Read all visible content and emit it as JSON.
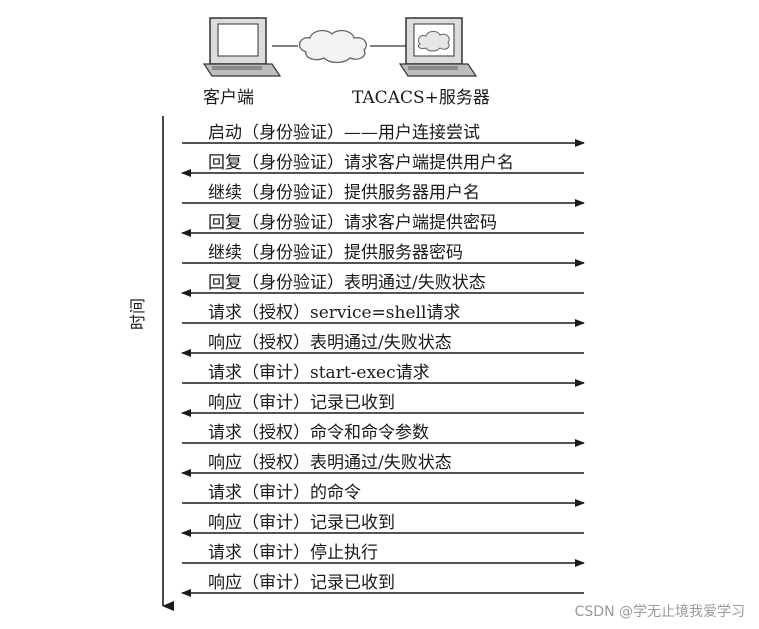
{
  "nodes": {
    "client": "客户端",
    "server": "TACACS+服务器"
  },
  "time_axis": "时间",
  "messages": [
    {
      "text": "启动（身份验证）——用户连接尝试",
      "direction": "right"
    },
    {
      "text": "回复（身份验证）请求客户端提供用户名",
      "direction": "left"
    },
    {
      "text": "继续（身份验证）提供服务器用户名",
      "direction": "right"
    },
    {
      "text": "回复（身份验证）请求客户端提供密码",
      "direction": "left"
    },
    {
      "text": "继续（身份验证）提供服务器密码",
      "direction": "right"
    },
    {
      "text": "回复（身份验证）表明通过/失败状态",
      "direction": "left"
    },
    {
      "text": "请求（授权）service=shell请求",
      "direction": "right"
    },
    {
      "text": "响应（授权）表明通过/失败状态",
      "direction": "left"
    },
    {
      "text": "请求（审计）start-exec请求",
      "direction": "right"
    },
    {
      "text": "响应（审计）记录已收到",
      "direction": "left"
    },
    {
      "text": "请求（授权）命令和命令参数",
      "direction": "right"
    },
    {
      "text": "响应（授权）表明通过/失败状态",
      "direction": "left"
    },
    {
      "text": "请求（审计）的命令",
      "direction": "right"
    },
    {
      "text": "响应（审计）记录已收到",
      "direction": "left"
    },
    {
      "text": "请求（审计）停止执行",
      "direction": "right"
    },
    {
      "text": "响应（审计）记录已收到",
      "direction": "left"
    }
  ],
  "watermark": "CSDN @学无止境我爱学习"
}
